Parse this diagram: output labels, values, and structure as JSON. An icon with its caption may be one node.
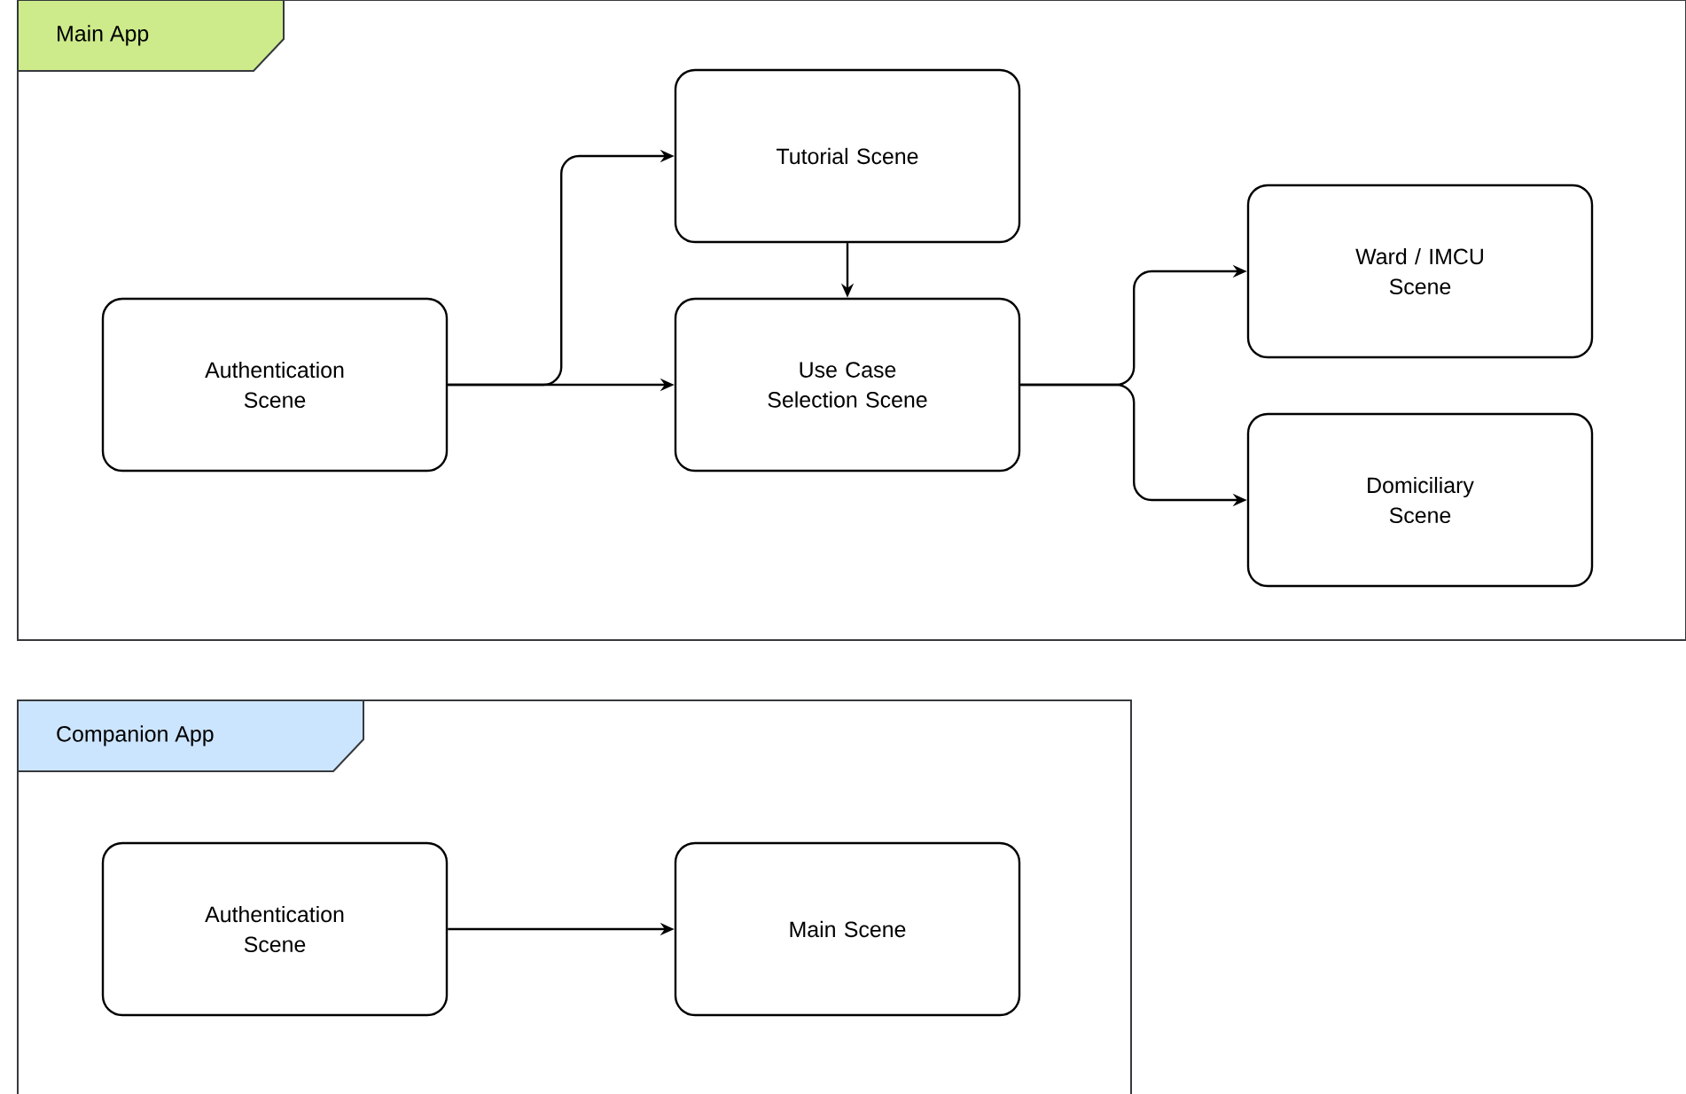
{
  "diagram": {
    "nodes": [
      {
        "text": [
          "Main App"
        ]
      },
      {
        "text": [
          "Authentication Scene"
        ],
        "in": 0
      },
      {
        "text": [
          "Tutorial Scene"
        ],
        "in": 0
      },
      {
        "text": [
          "Use Case Selection Scene"
        ],
        "in": 0
      },
      {
        "text": [
          "Ward / IMCU Scene"
        ],
        "in": 0
      },
      {
        "text": [
          "Domiciliary Scene"
        ],
        "in": 0
      },
      {
        "text": [
          "Companion App"
        ]
      },
      {
        "text": [
          "Authentication Scene"
        ],
        "in": 6
      },
      {
        "text": [
          "Main Scene"
        ],
        "in": 6
      }
    ],
    "edges": [
      {
        "from": 1,
        "to": 2,
        "arrow": "to"
      },
      {
        "from": 1,
        "to": 3,
        "arrow": "to"
      },
      {
        "from": 2,
        "to": 3,
        "arrow": "to"
      },
      {
        "from": 3,
        "to": 4,
        "arrow": "to"
      },
      {
        "from": 3,
        "to": 5,
        "arrow": "to"
      },
      {
        "from": 7,
        "to": 8,
        "arrow": "to"
      }
    ]
  }
}
